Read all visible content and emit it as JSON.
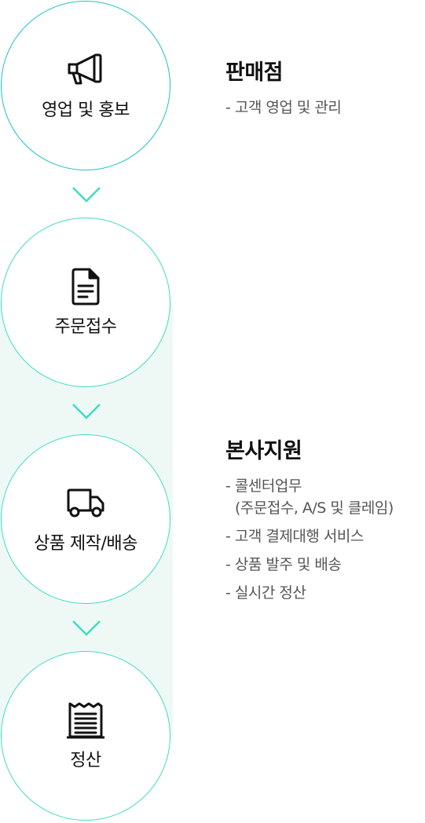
{
  "steps": [
    {
      "label": "영업 및 홍보",
      "icon": "megaphone-icon"
    },
    {
      "label": "주문접수",
      "icon": "document-icon"
    },
    {
      "label": "상품 제작/배송",
      "icon": "truck-icon"
    },
    {
      "label": "정산",
      "icon": "receipt-icon"
    }
  ],
  "sections": {
    "store": {
      "title": "판매점",
      "items": [
        "- 고객 영업 및 관리"
      ]
    },
    "hq": {
      "title": "본사지원",
      "items": [
        {
          "line1": "- 콜센터업무",
          "line2": "(주문접수, A/S 및 클레임)"
        },
        "- 고객 결제대행 서비스",
        "- 상품 발주 및 배송",
        "- 실시간 정산"
      ]
    }
  },
  "colors": {
    "circle_border_first": "#1fc0c8",
    "circle_border": "#40dcc1",
    "chevron": "#40dcc1",
    "band": "#eef9f6"
  }
}
